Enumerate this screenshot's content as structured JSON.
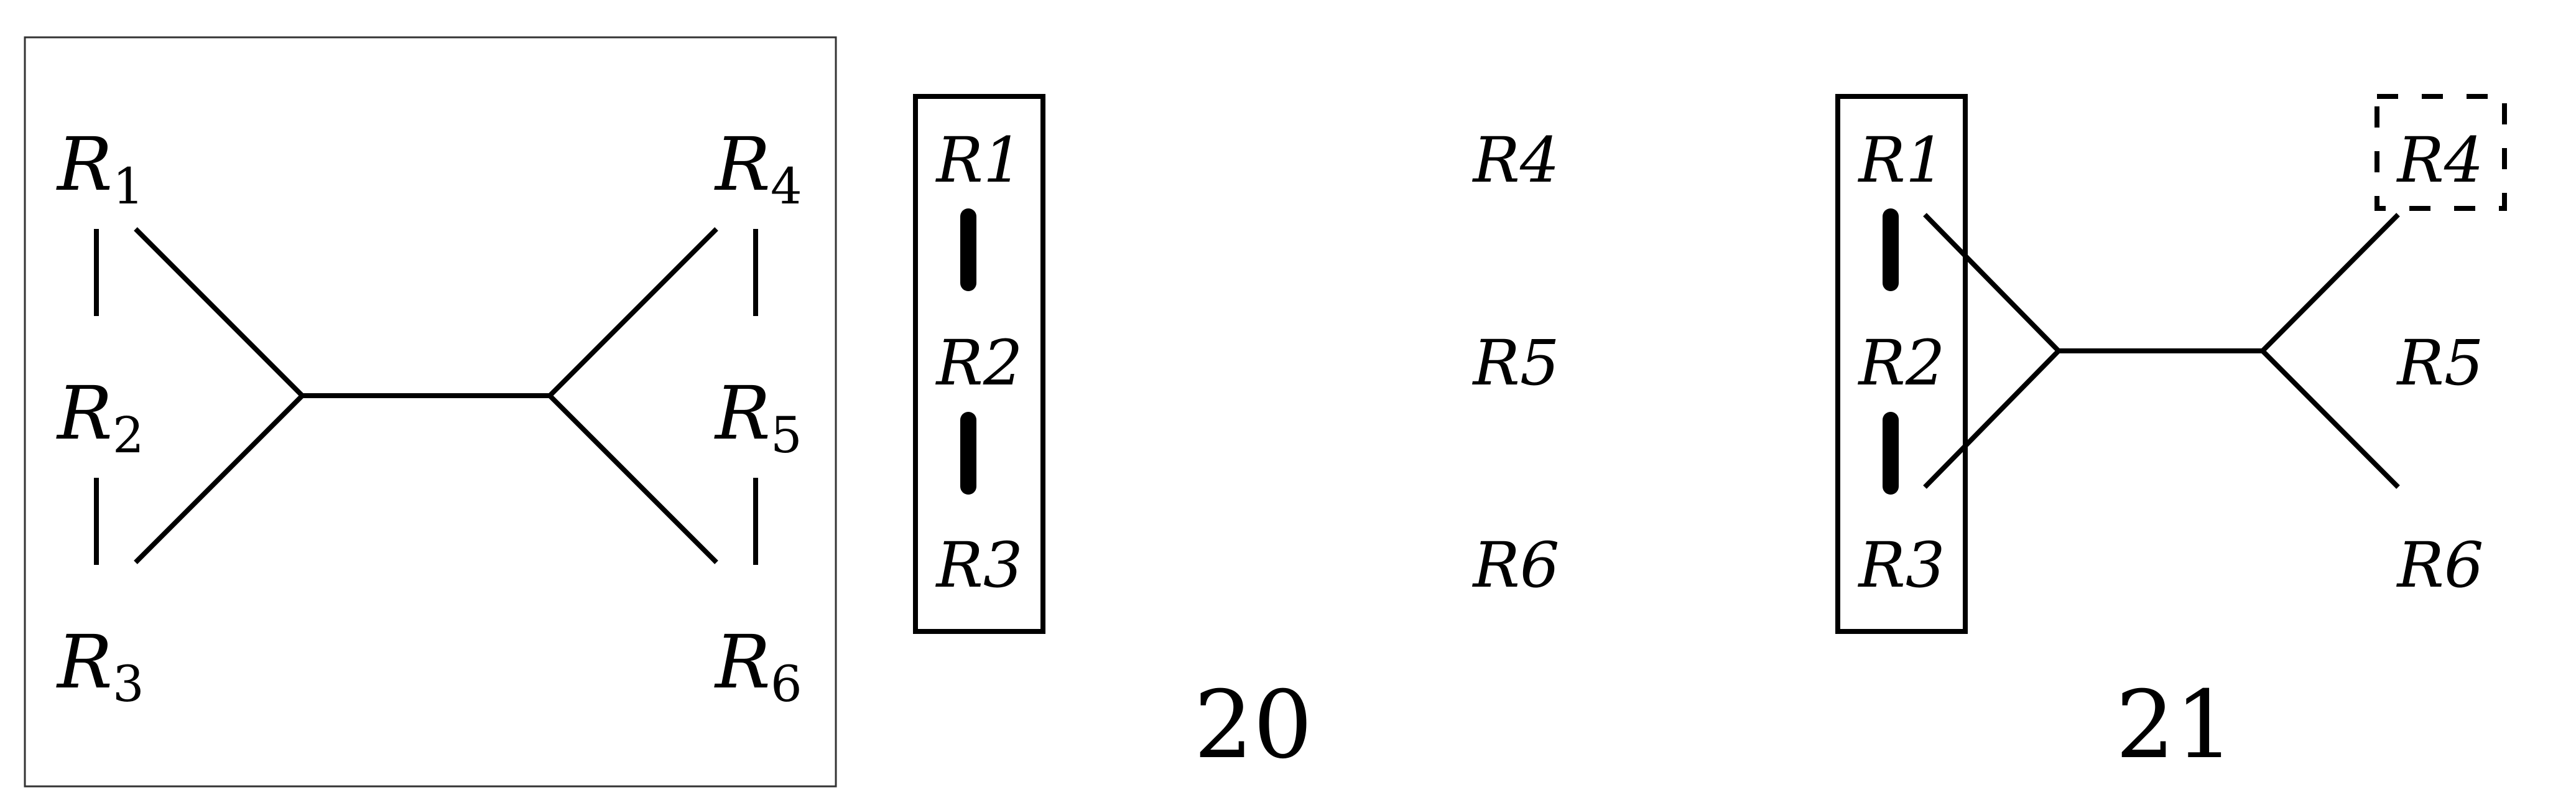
{
  "panel_a": {
    "r1": {
      "base": "R",
      "sub": "1"
    },
    "r2": {
      "base": "R",
      "sub": "2"
    },
    "r3": {
      "base": "R",
      "sub": "3"
    },
    "r4": {
      "base": "R",
      "sub": "4"
    },
    "r5": {
      "base": "R",
      "sub": "5"
    },
    "r6": {
      "base": "R",
      "sub": "6"
    }
  },
  "panel_b": {
    "left": [
      "R1",
      "R2",
      "R3"
    ],
    "right": [
      "R4",
      "R5",
      "R6"
    ],
    "number": "20"
  },
  "panel_c": {
    "left": [
      "R1",
      "R2",
      "R3"
    ],
    "right": [
      "R4",
      "R5",
      "R6"
    ],
    "number": "21"
  }
}
